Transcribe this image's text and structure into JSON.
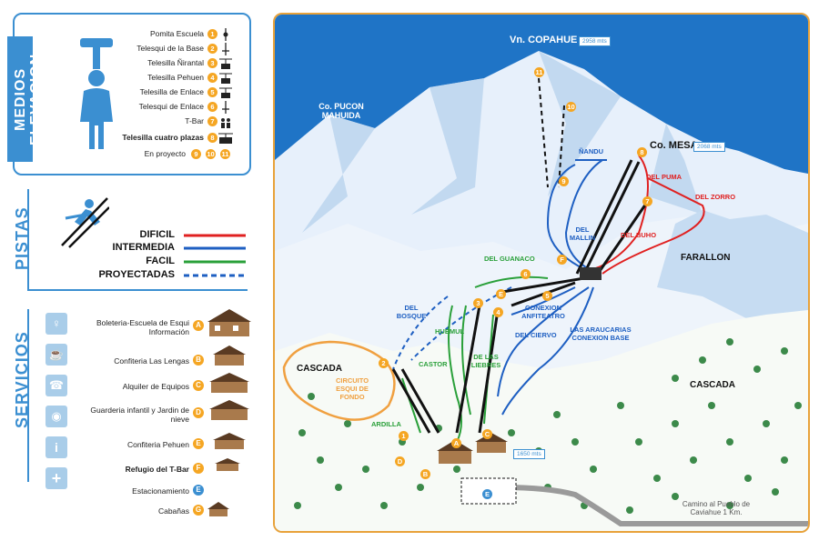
{
  "legend": {
    "elevation_title": "MEDIOS ELEVACION",
    "lifts": [
      {
        "name": "Pomita Escuela",
        "num": "1"
      },
      {
        "name": "Telesqui de la Base",
        "num": "2"
      },
      {
        "name": "Telesilla Ñirantal",
        "num": "3"
      },
      {
        "name": "Telesilla Pehuen",
        "num": "4"
      },
      {
        "name": "Telesilla de Enlace",
        "num": "5"
      },
      {
        "name": "Telesqui de Enlace",
        "num": "6"
      },
      {
        "name": "T-Bar",
        "num": "7"
      },
      {
        "name": "Telesilla cuatro plazas",
        "num": "8"
      }
    ],
    "project": {
      "label": "En proyecto",
      "nums": [
        "9",
        "10",
        "11"
      ]
    },
    "pistas_title": "PISTAS",
    "difficulty": [
      {
        "label": "DIFICIL",
        "color": "#e02020"
      },
      {
        "label": "INTERMEDIA",
        "color": "#1e5fc2"
      },
      {
        "label": "FACIL",
        "color": "#2aa03a"
      },
      {
        "label": "PROYECTADAS",
        "color": "#1e5fc2"
      }
    ],
    "servicios_title": "SERVICIOS",
    "services": [
      {
        "label": "Boleteria-Escuela de Esqui Información",
        "letter": "A"
      },
      {
        "label": "Confiteria Las Lengas",
        "letter": "B"
      },
      {
        "label": "Alquiler de Equipos",
        "letter": "C"
      },
      {
        "label": "Guarderia infantil y Jardin de nieve",
        "letter": "D"
      },
      {
        "label": "Confiteria Pehuen",
        "letter": "E"
      },
      {
        "label": "Refugio del T-Bar",
        "letter": "F"
      },
      {
        "label": "Estacionamiento",
        "letter": "E"
      },
      {
        "label": "Cabañas",
        "letter": "G"
      }
    ],
    "colors": {
      "accent": "#3b8fd1",
      "orange": "#f5a623",
      "border": "#e8a23a"
    }
  },
  "map": {
    "peaks": {
      "copahue": "Vn. COPAHUE",
      "copahue_alt": "2958 mts",
      "pucon": "Co. PUCON MAHUIDA",
      "mesa": "Co. MESA",
      "mesa_alt": "2068 mts",
      "farallon": "FARALLON",
      "cascada_left": "CASCADA",
      "cascada_right": "CASCADA",
      "base_alt": "1650 mts"
    },
    "trails": {
      "nandu": "ÑANDU",
      "del_puma": "DEL PUMA",
      "del_zorro": "DEL ZORRO",
      "del_buho": "DEL BUHO",
      "del_mallin": "DEL MALLIN",
      "del_guanaco": "DEL GUANACO",
      "del_bosque": "DEL BOSQUE",
      "huemul": "HUEMUL",
      "conexion_anfiteatro": "CONEXION ANFITEATRO",
      "del_ciervo": "DEL CIERVO",
      "las_araucarias": "LAS ARAUCARIAS CONEXION BASE",
      "castor": "CASTOR",
      "de_las_liebres": "DE LAS LIEBRES",
      "ardilla": "ARDILLA",
      "circuito": "CIRCUITO ESQUI DE FONDO"
    },
    "road": "Camino al Pueblo de Caviahue 1 Km."
  }
}
